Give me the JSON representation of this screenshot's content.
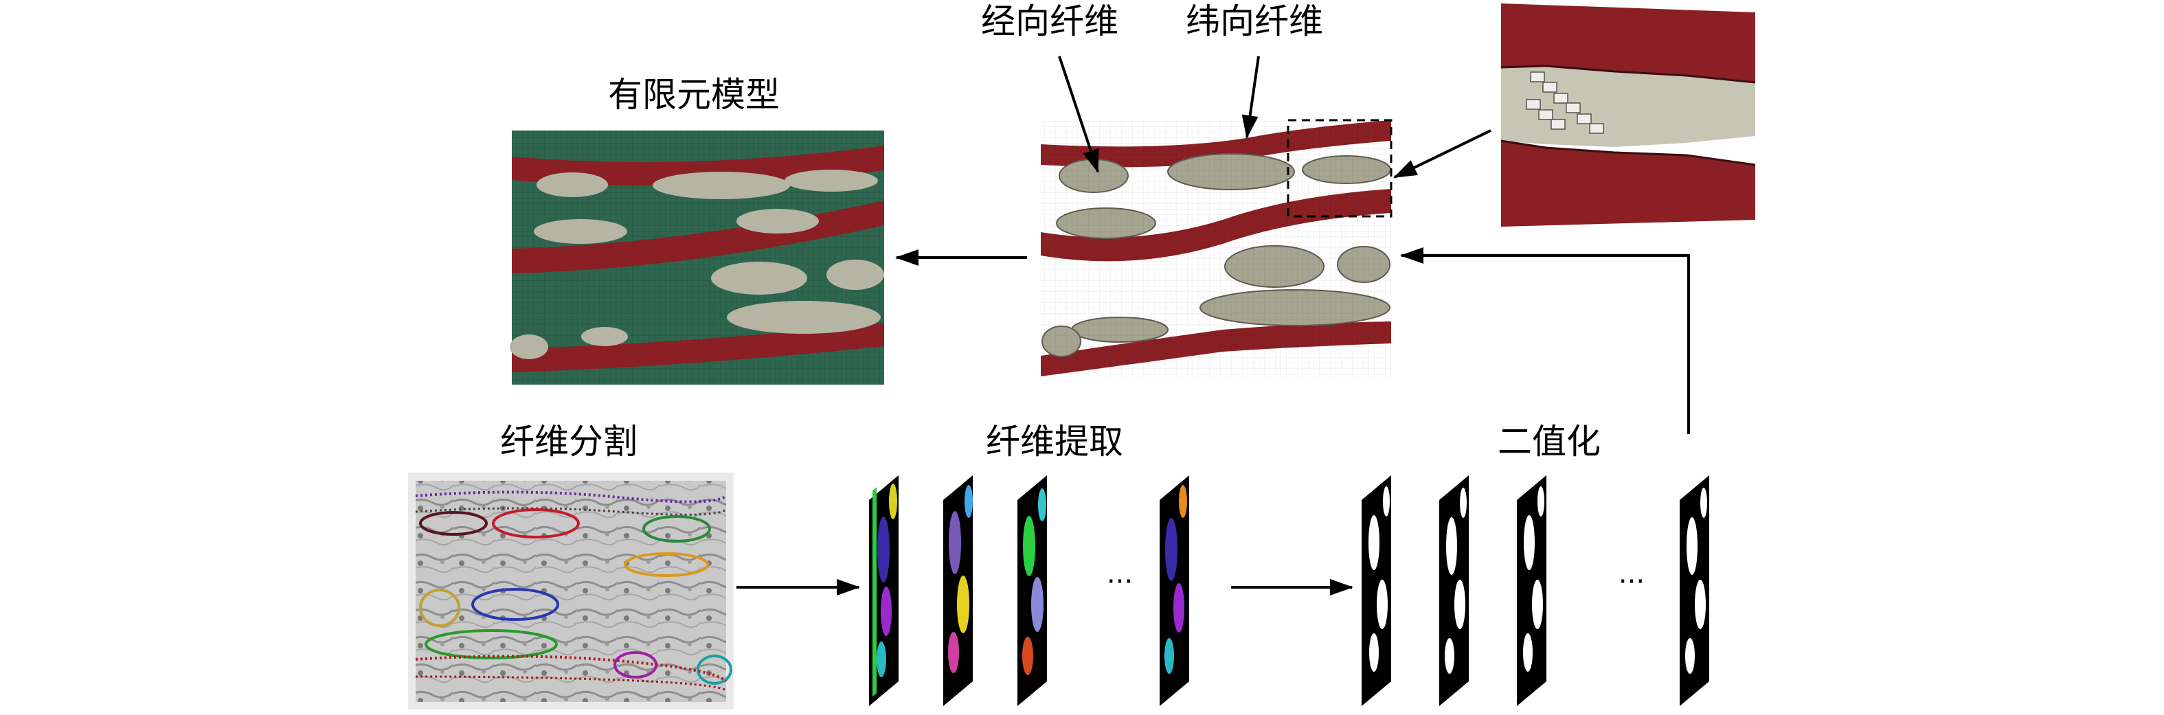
{
  "labels": {
    "fem_model": "有限元模型",
    "warp_fiber": "经向纤维",
    "weft_fiber": "纬向纤维",
    "fiber_segmentation": "纤维分割",
    "fiber_extraction": "纤维提取",
    "binarization": "二值化"
  },
  "ellipsis": "···",
  "colors": {
    "weft_red": "#8a1f24",
    "warp_gray": "#a5a592",
    "matrix_green": "#2f6650",
    "arrow": "#000000"
  }
}
